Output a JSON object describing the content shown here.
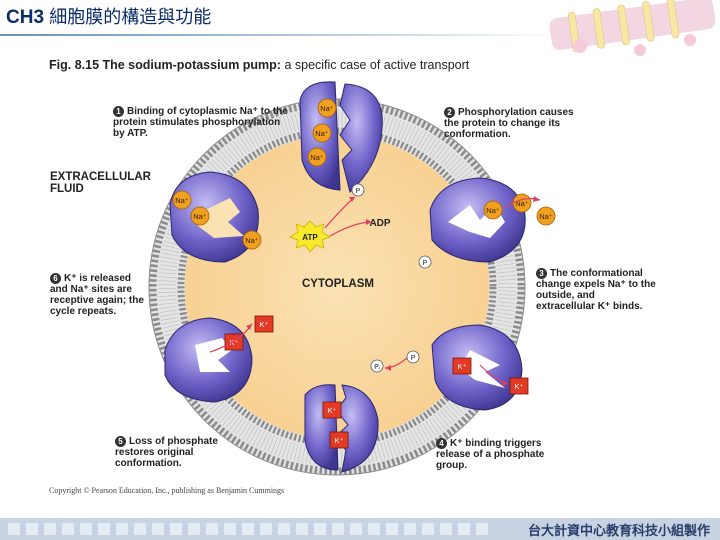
{
  "slide": {
    "title_prefix": "CH3",
    "title_zh": "細胞膜的構造與功能",
    "footer": "台大計資中心教育科技小組製作"
  },
  "figure": {
    "title_bold": "Fig. 8.15  The sodium-potassium pump:",
    "title_rest": " a specific case of active transport",
    "copyright": "Copyright © Pearson Education, Inc., publishing as Benjamin Cummings"
  },
  "regions": {
    "extracellular": "EXTRACELLULAR\nFLUID",
    "cytoplasm": "CYTOPLASM"
  },
  "steps": [
    {
      "num": "1",
      "text": "Binding of cytoplasmic Na⁺ to the protein stimulates phosphorylation by ATP."
    },
    {
      "num": "2",
      "text": "Phosphorylation causes the protein to change its conformation."
    },
    {
      "num": "3",
      "text": "The conformational change expels Na⁺ to the outside, and extracellular K⁺ binds."
    },
    {
      "num": "4",
      "text": "K⁺ binding triggers release of a phosphate group."
    },
    {
      "num": "5",
      "text": "Loss of phosphate restores original conformation."
    },
    {
      "num": "6",
      "text": "K⁺ is released and Na⁺ sites are receptive again; the cycle repeats."
    }
  ],
  "labels": {
    "na": "Na⁺",
    "k": "K⁺",
    "atp": "ATP",
    "adp": "ADP",
    "p": "P",
    "pi": "Pᵢ"
  },
  "colors": {
    "title": "#0b2d6b",
    "cytoplasm": "#f9d9a0",
    "pump": "#6f63c9",
    "na_ion": "#f0a020",
    "k_ion": "#e23a25",
    "membrane": "#9a9a9a"
  }
}
